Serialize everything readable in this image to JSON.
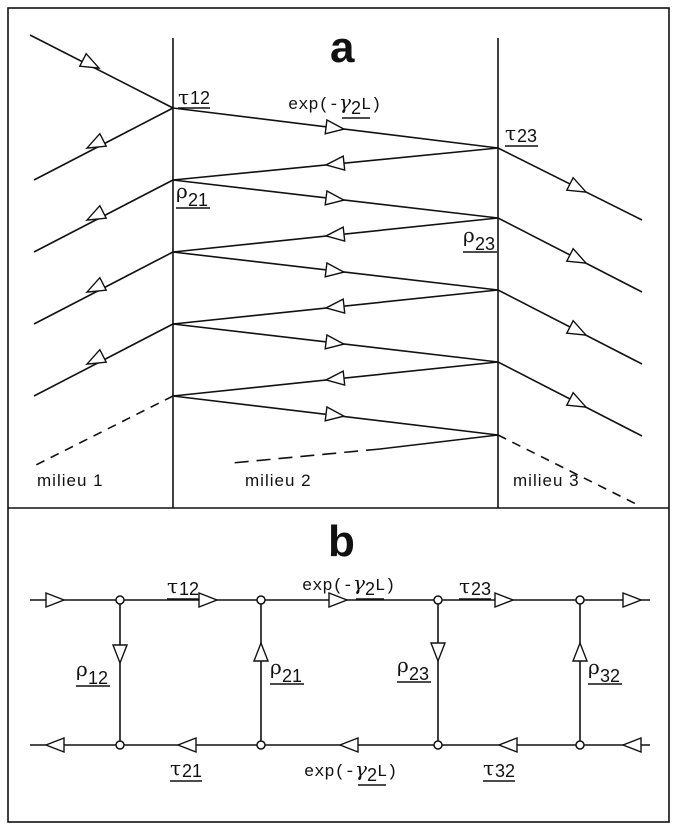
{
  "panel_a": {
    "letter": "a",
    "tau12": {
      "sym": "τ",
      "sub": "12"
    },
    "tau23": {
      "sym": "τ",
      "sub": "23"
    },
    "rho21": {
      "sym": "ρ",
      "sub": "21"
    },
    "rho23": {
      "sym": "ρ",
      "sub": "23"
    },
    "propagation": {
      "prefix": "exp(-",
      "sym": "γ",
      "sub": "2",
      "suffix": "L)"
    },
    "media": [
      "milieu 1",
      "milieu 2",
      "milieu 3"
    ]
  },
  "panel_b": {
    "letter": "b",
    "tau12": {
      "sym": "τ",
      "sub": "12"
    },
    "tau23": {
      "sym": "τ",
      "sub": "23"
    },
    "tau21": {
      "sym": "τ",
      "sub": "21"
    },
    "tau32": {
      "sym": "τ",
      "sub": "32"
    },
    "rho12": {
      "sym": "ρ",
      "sub": "12"
    },
    "rho21": {
      "sym": "ρ",
      "sub": "21"
    },
    "rho23": {
      "sym": "ρ",
      "sub": "23"
    },
    "rho32": {
      "sym": "ρ",
      "sub": "32"
    },
    "propagation_top": {
      "prefix": "exp(-",
      "sym": "γ",
      "sub": "2",
      "suffix": "L)"
    },
    "propagation_bottom": {
      "prefix": "exp(-",
      "sym": "γ",
      "sub": "2",
      "suffix": "L)"
    }
  },
  "colors": {
    "ink": "#111111",
    "background": "#ffffff"
  }
}
